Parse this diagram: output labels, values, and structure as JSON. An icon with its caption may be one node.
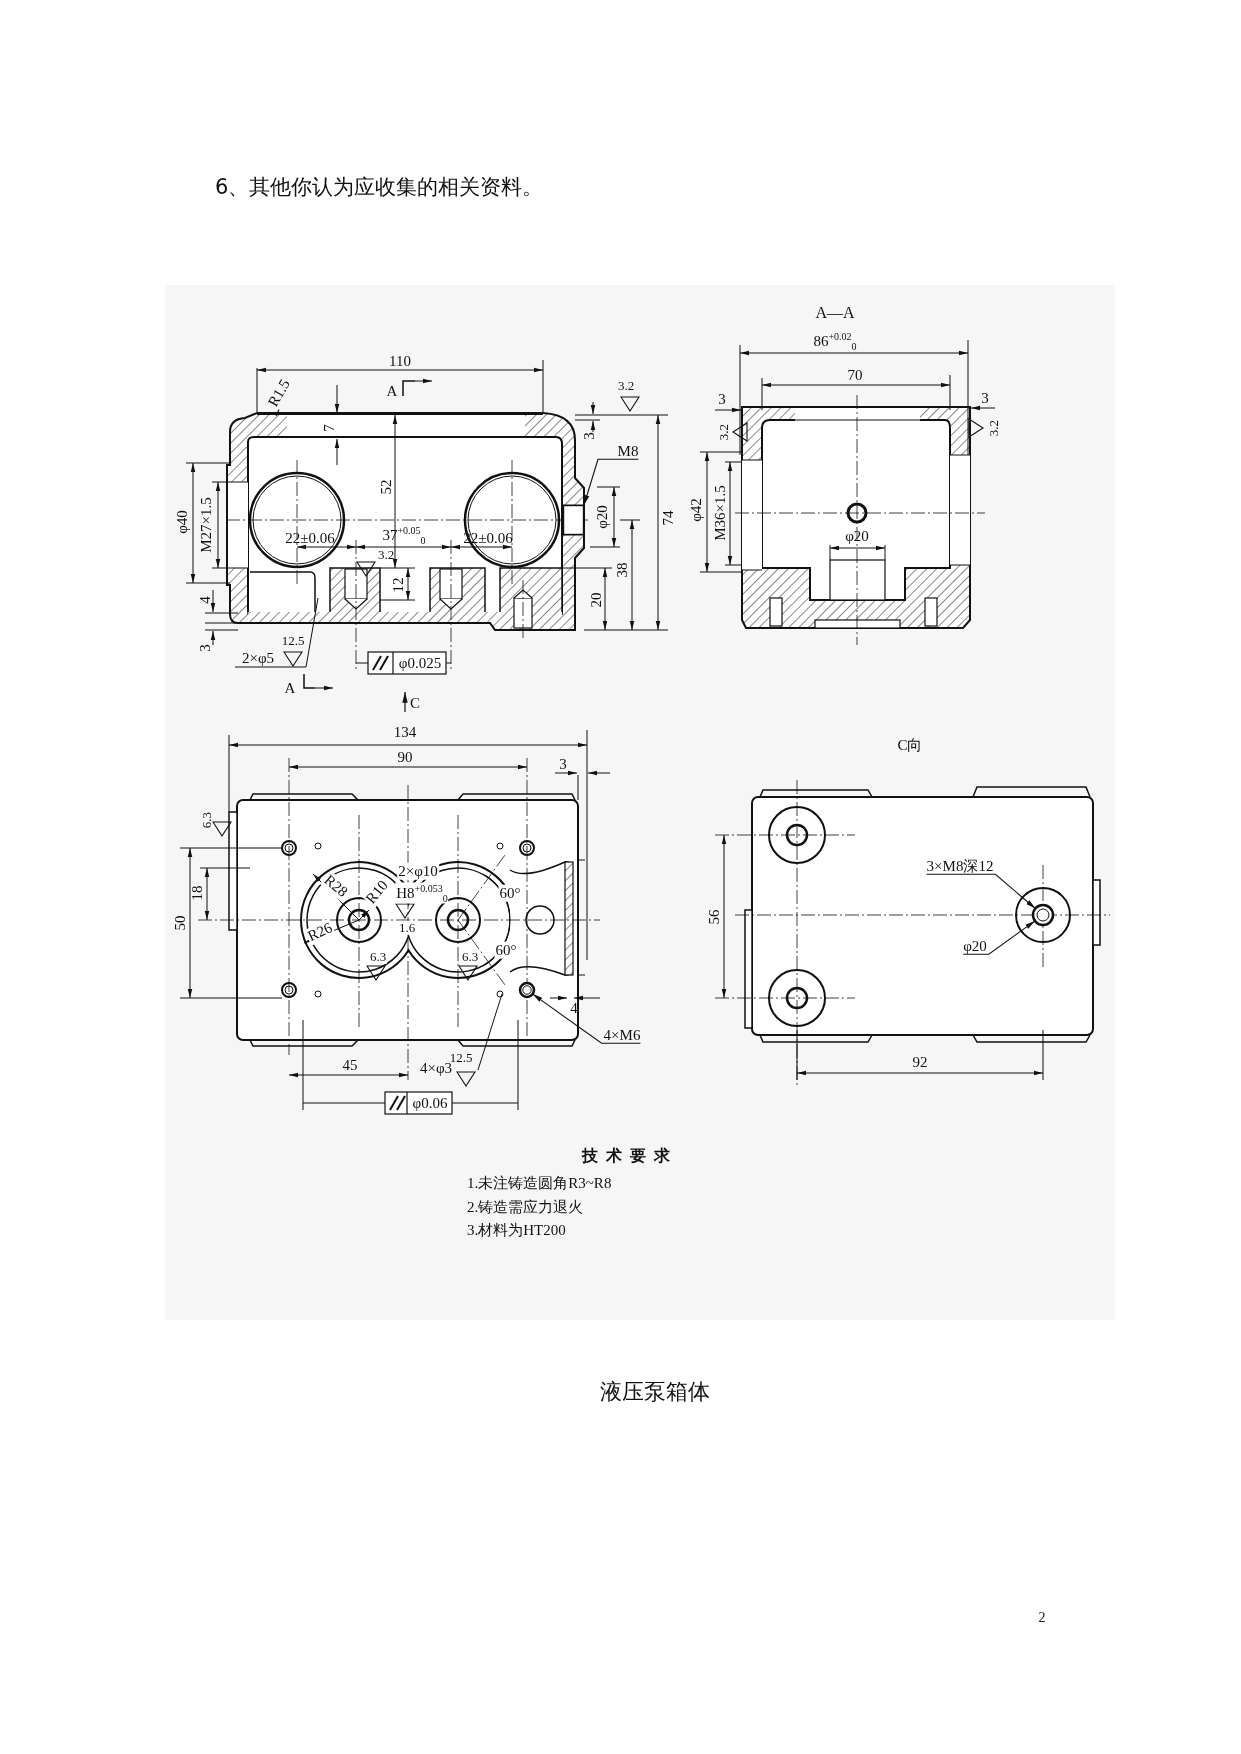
{
  "diagram": {
    "caption": "液压泵箱体",
    "nodes": [
      {
        "text": [
          "R1.5"
        ]
      },
      {
        "text": [
          "M8"
        ]
      },
      {
        "text": [
          "4×M6"
        ]
      },
      {
        "text": [
          "3×M8深12"
        ]
      },
      {
        "text": [
          "φ20"
        ]
      },
      {
        "text": [],
        "shape": "circle"
      },
      {
        "text": [],
        "shape": "circle"
      },
      {
        "text": [],
        "shape": "box"
      }
    ],
    "edges": [
      {
        "from": 0,
        "to": null,
        "arrow": "none"
      },
      {
        "from": 1,
        "to": 7,
        "arrow": "to"
      },
      {
        "from": 2,
        "to": 6,
        "arrow": "to"
      },
      {
        "from": 3,
        "to": 5,
        "arrow": "to"
      },
      {
        "from": 4,
        "to": 5,
        "arrow": "to"
      }
    ],
    "labels": [
      "6、其他你认为应收集的相关资料。",
      "A—A",
      "86$^{+0.02}$$_{0}$",
      "110",
      "A",
      "3.2",
      "70",
      "3",
      "3",
      "7",
      "3.2",
      "3.2",
      "3",
      "52",
      "φ40",
      "M27×1.5",
      "φ20",
      "74",
      "φ42",
      "M36×1.5",
      "22±0.06",
      "37$^{+0.05}$$_{0}$",
      "22±0.06",
      "φ20",
      "3.2",
      "38",
      "12",
      "20",
      "4",
      "12.5",
      "3",
      "2×φ5",
      "φ0.025",
      "A",
      "C",
      "134",
      "C向",
      "90",
      "3",
      "6.3",
      "2×φ10",
      "R28",
      "R10",
      "18",
      "H8$^{+0.053}$$_{0}$",
      "60°",
      "50",
      "R26",
      "1.6",
      "56",
      "60°",
      "6.3",
      "6.3",
      "4",
      "45",
      "4×φ3",
      "12.5",
      "92",
      "φ0.06",
      "技术要求",
      "1.未注铸造圆角R3~R8",
      "2.铸造需应力退火",
      "3.材料为HT200",
      "2"
    ]
  }
}
